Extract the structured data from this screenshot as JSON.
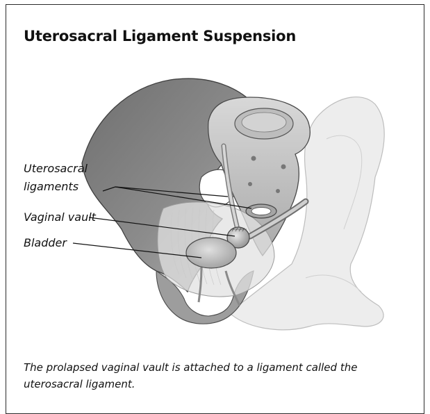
{
  "title": "Uterosacral Ligament Suspension",
  "labels": {
    "uterosacral_line1": "Uterosacral",
    "uterosacral_line2": "ligaments",
    "vaginal_vault": "Vaginal vault",
    "bladder": "Bladder"
  },
  "caption": "The prolapsed vaginal vault is attached to a ligament called the uterosacral ligament."
}
